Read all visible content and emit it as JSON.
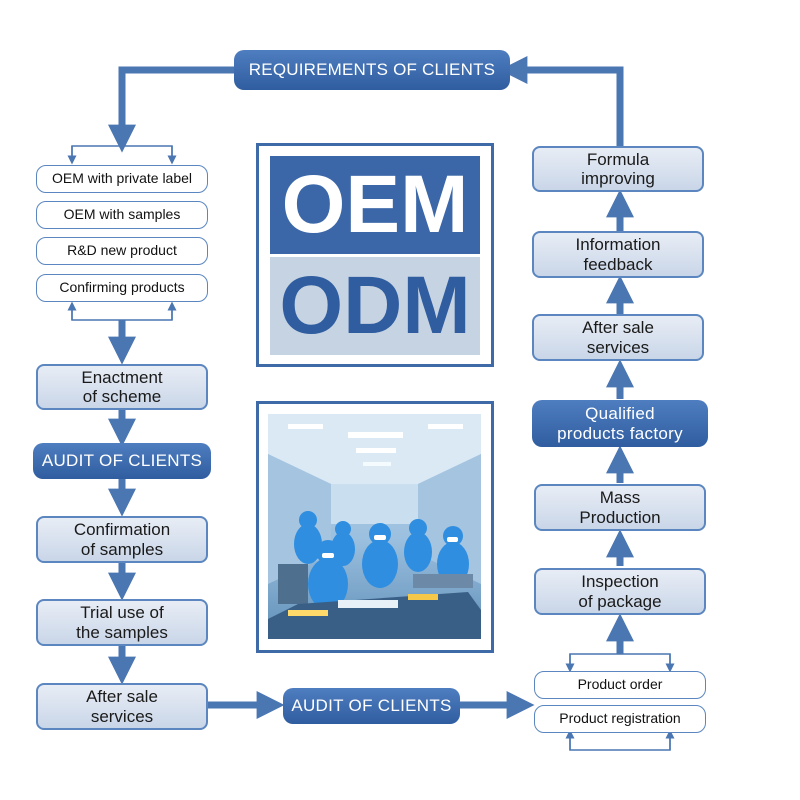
{
  "header": {
    "label": "REQUIREMENTS OF CLIENTS"
  },
  "logo": {
    "oem": "OEM",
    "odm": "ODM"
  },
  "left_options": [
    "OEM with private label",
    "OEM with samples",
    "R&D new product",
    "Confirming products"
  ],
  "left_steps": {
    "enactment": "Enactment\nof scheme",
    "audit": "AUDIT OF CLIENTS",
    "confirmation": "Confirmation\nof samples",
    "trial": "Trial use of\nthe samples",
    "after_sale": "After sale\nservices"
  },
  "bottom_audit": "AUDIT OF CLIENTS",
  "right_options": [
    "Product order",
    "Product registration"
  ],
  "right_steps": {
    "inspection": "Inspection\nof package",
    "mass": "Mass\nProduction",
    "qualified": "Qualified\nproducts factory",
    "after_sale": "After sale\nservices",
    "feedback": "Information\nfeedback",
    "formula": "Formula\nimproving"
  },
  "colors": {
    "accent": "#2f5d9f",
    "arrow": "#4a76b2",
    "light_fill": "#d5dfec",
    "border": "#5b86c0"
  }
}
